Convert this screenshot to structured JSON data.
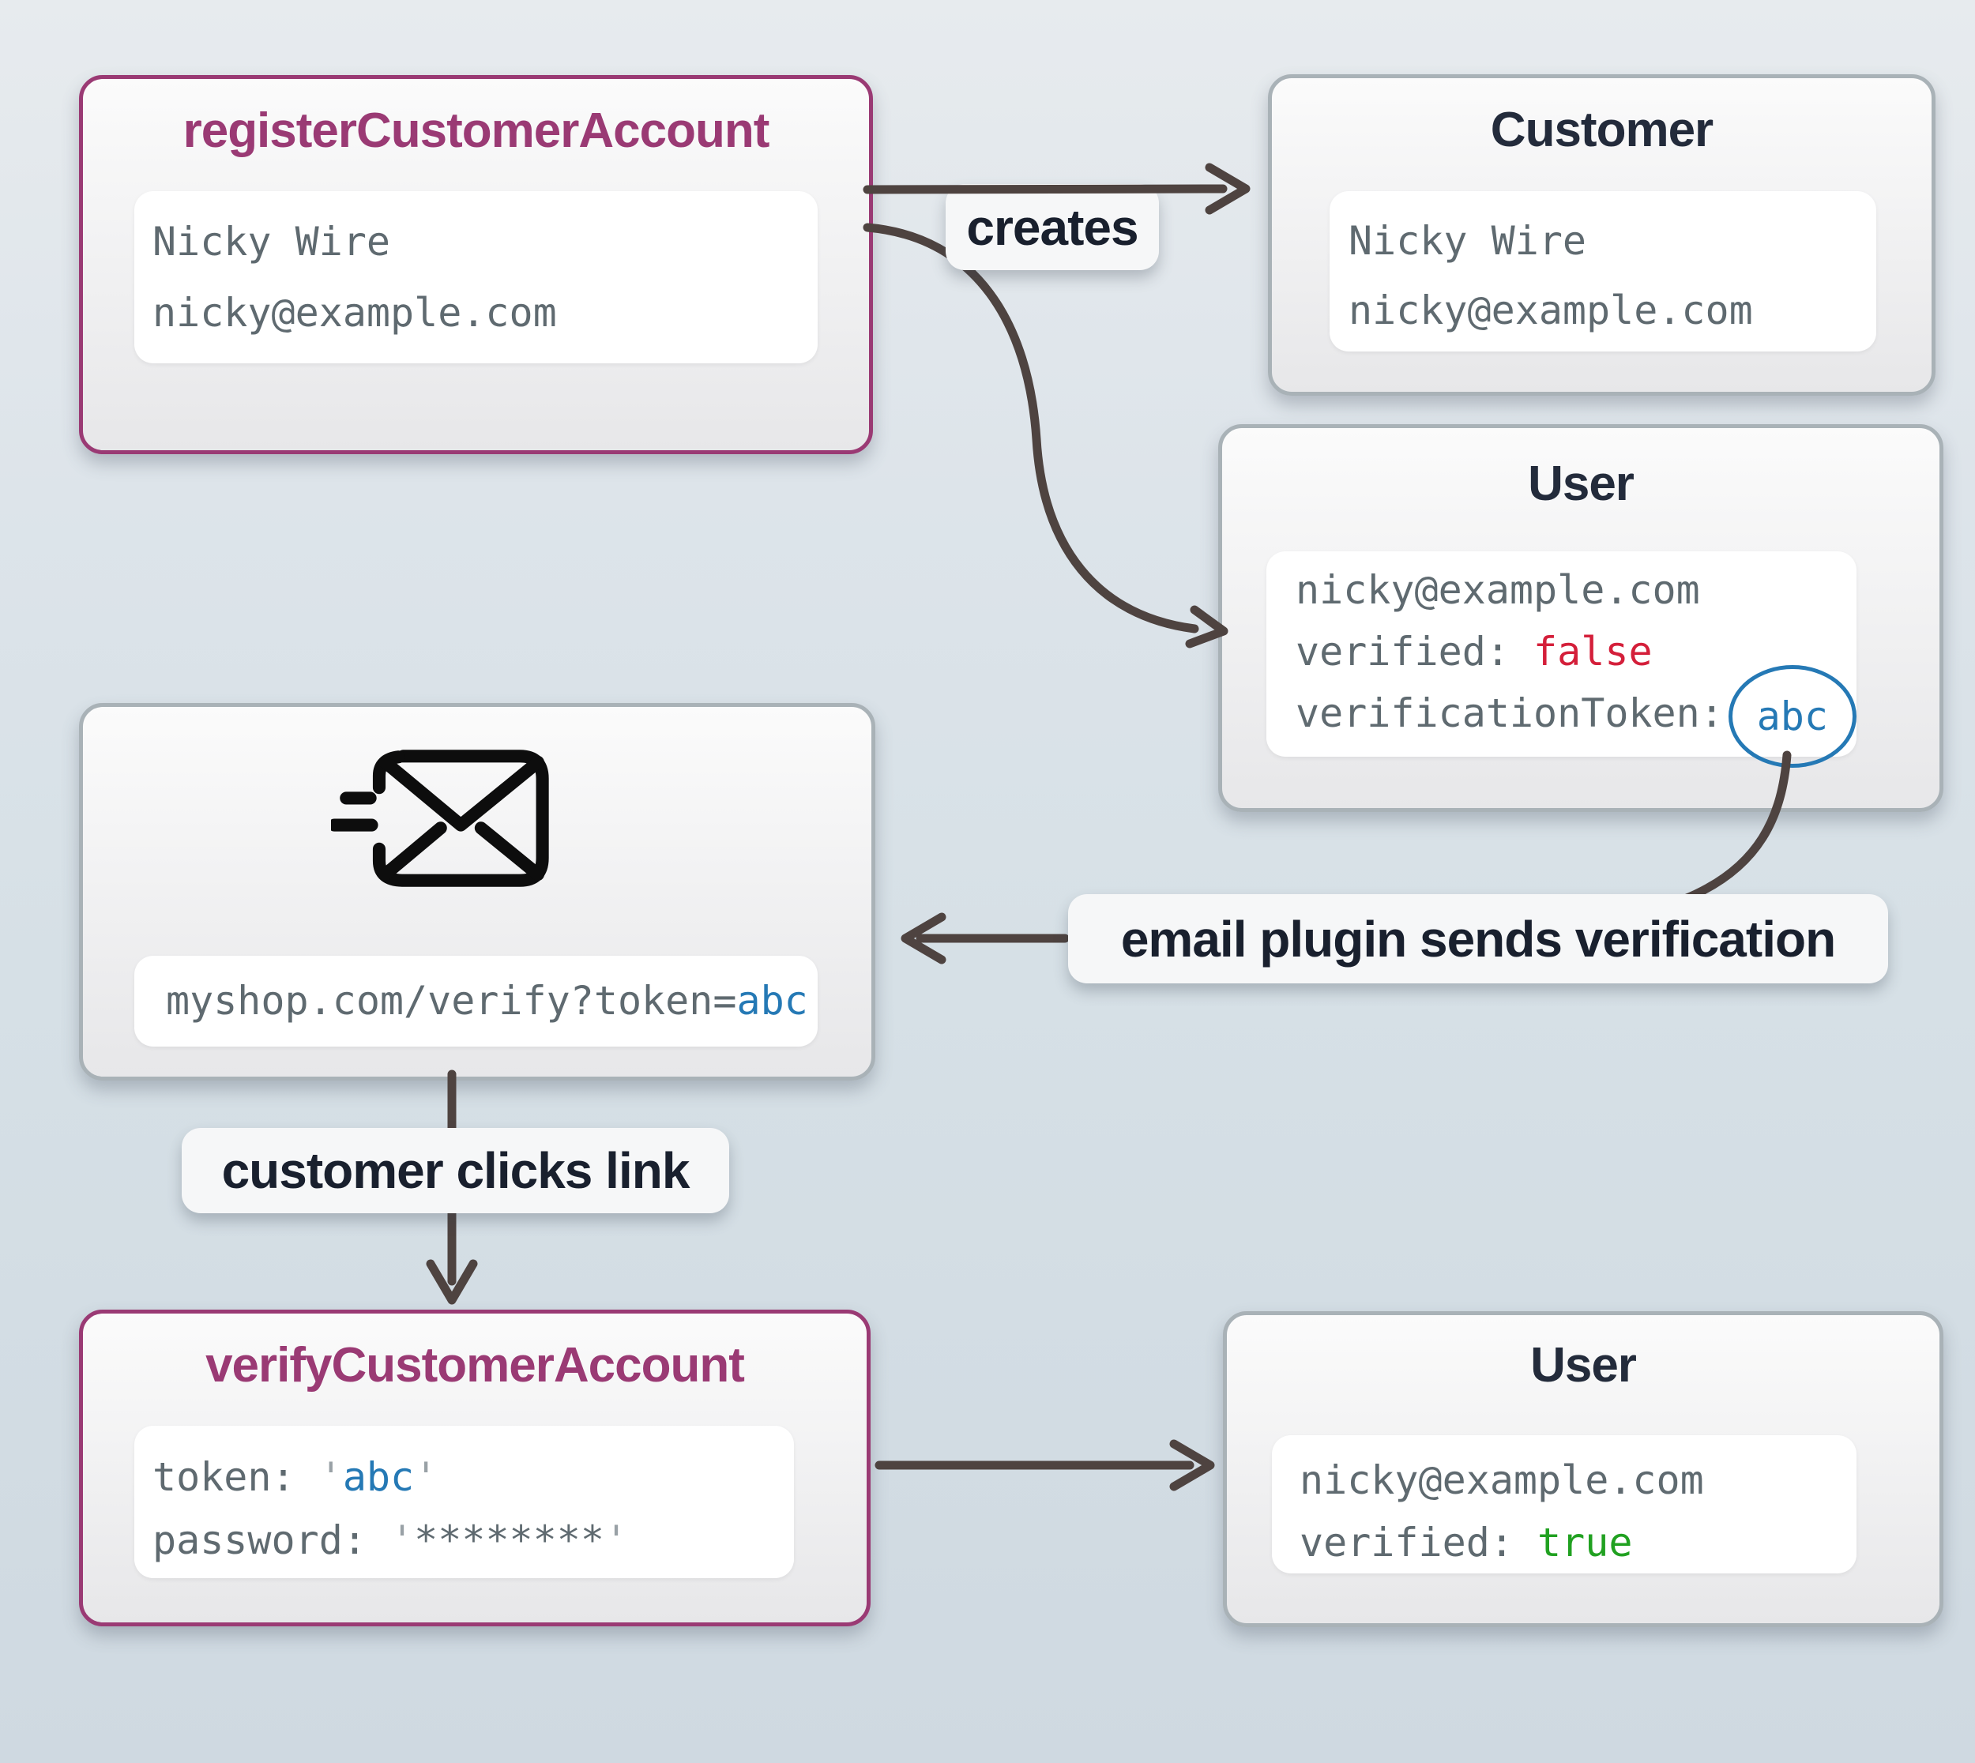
{
  "cards": {
    "register": {
      "title": "registerCustomerAccount",
      "line1": "Nicky Wire",
      "line2": "nicky@example.com"
    },
    "customer": {
      "title": "Customer",
      "line1": "Nicky Wire",
      "line2": "nicky@example.com"
    },
    "user_unverified": {
      "title": "User",
      "email": "nicky@example.com",
      "verified_key": "verified: ",
      "verified_value": "false",
      "token_key": "verificationToken:",
      "token_value": "abc"
    },
    "email": {
      "url_prefix": "myshop.com/verify?token=",
      "token": "abc"
    },
    "verify": {
      "title": "verifyCustomerAccount",
      "token_key": "token: ",
      "token_value": "abc",
      "password_key": "password: ",
      "password_stars": "********",
      "quote": "'"
    },
    "user_verified": {
      "title": "User",
      "email": "nicky@example.com",
      "verified_key": "verified: ",
      "verified_value": "true"
    }
  },
  "labels": {
    "creates": "creates",
    "email_plugin": "email plugin sends verification",
    "customer_clicks": "customer clicks link"
  },
  "colors": {
    "accent_purple": "#9a3a74",
    "false_red": "#d41f3a",
    "true_green": "#21a121",
    "token_blue": "#2579b5",
    "arrow": "#4e4340"
  }
}
